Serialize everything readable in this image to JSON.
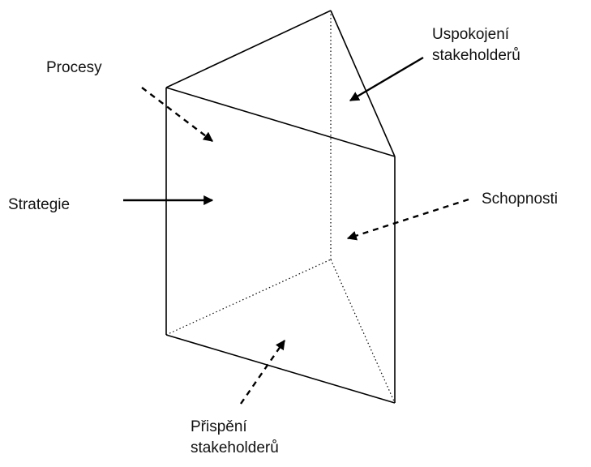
{
  "labels": {
    "uspokojeni": [
      "Uspokojení",
      "stakeholderů"
    ],
    "procesy": "Procesy",
    "strategie": "Strategie",
    "schopnosti": "Schopnosti",
    "prispeni": [
      "Přispění",
      "stakeholderů"
    ]
  },
  "arrows": [
    {
      "label": "Uspokojení stakeholderů",
      "style": "solid"
    },
    {
      "label": "Procesy",
      "style": "dashed"
    },
    {
      "label": "Strategie",
      "style": "solid"
    },
    {
      "label": "Schopnosti",
      "style": "dashed"
    },
    {
      "label": "Přispění stakeholderů",
      "style": "dashed"
    }
  ]
}
